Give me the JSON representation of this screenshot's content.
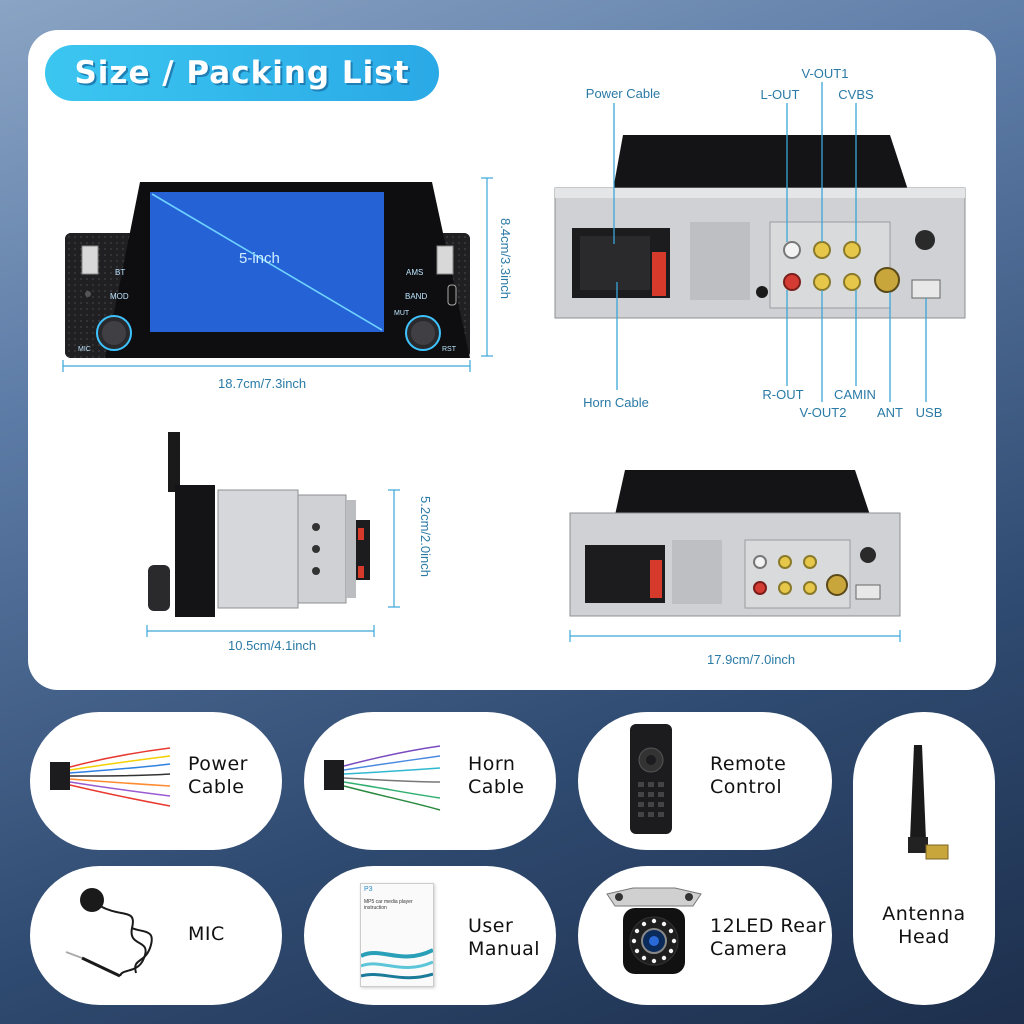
{
  "title": "Size / Packing List",
  "front": {
    "screen_label": "5-inch",
    "buttons": {
      "bt": "BT",
      "mod": "MOD",
      "mic": "MIC",
      "ams": "AMS",
      "band": "BAND",
      "mut": "MUT",
      "rst": "RST"
    },
    "width": "18.7cm/7.3inch",
    "height": "8.4cm/3.3inch"
  },
  "rear_labels": {
    "power_cable": "Power Cable",
    "horn_cable": "Horn Cable",
    "l_out": "L-OUT",
    "v_out1": "V-OUT1",
    "cvbs": "CVBS",
    "r_out": "R-OUT",
    "v_out2": "V-OUT2",
    "camin": "CAMIN",
    "ant": "ANT",
    "usb": "USB"
  },
  "side": {
    "depth": "10.5cm/4.1inch",
    "height": "5.2cm/2.0inch"
  },
  "rear_small": {
    "width": "17.9cm/7.0inch"
  },
  "packing": [
    {
      "line1": "Power",
      "line2": "Cable"
    },
    {
      "line1": "Horn",
      "line2": "Cable"
    },
    {
      "line1": "Remote",
      "line2": "Control"
    },
    {
      "line1": "Antenna",
      "line2": "Head"
    },
    {
      "line1": "MIC"
    },
    {
      "line1": "User",
      "line2": "Manual"
    },
    {
      "line1": "12LED Rear",
      "line2": "Camera"
    }
  ],
  "manual": {
    "brand": "P3",
    "title_line1": "MP5 car media player",
    "title_line2": "instruction"
  },
  "colors": {
    "accent": "#3bc6f0",
    "label": "#2a7aa6",
    "dim_line": "#3aa6d8"
  }
}
